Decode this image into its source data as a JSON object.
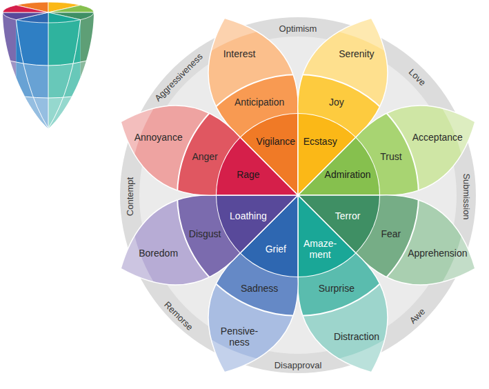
{
  "diagram": {
    "nodes": [
      {
        "text": [
          "Interest"
        ]
      },
      {
        "text": [
          "Anticipation"
        ]
      },
      {
        "text": [
          "Vigilance"
        ]
      },
      {
        "text": [
          "Serenity"
        ]
      },
      {
        "text": [
          "Joy"
        ]
      },
      {
        "text": [
          "Ecstasy"
        ]
      },
      {
        "text": [
          "Acceptance"
        ]
      },
      {
        "text": [
          "Trust"
        ]
      },
      {
        "text": [
          "Admiration"
        ]
      },
      {
        "text": [
          "Apprehension"
        ]
      },
      {
        "text": [
          "Fear"
        ]
      },
      {
        "text": [
          "Terror"
        ]
      },
      {
        "text": [
          "Distraction"
        ]
      },
      {
        "text": [
          "Surprise"
        ]
      },
      {
        "text": [
          "Amaze- ment"
        ]
      },
      {
        "text": [
          "Pensive- ness"
        ]
      },
      {
        "text": [
          "Sadness"
        ]
      },
      {
        "text": [
          "Grief"
        ]
      },
      {
        "text": [
          "Boredom"
        ]
      },
      {
        "text": [
          "Disgust"
        ]
      },
      {
        "text": [
          "Loathing"
        ]
      },
      {
        "text": [
          "Annoyance"
        ]
      },
      {
        "text": [
          "Anger"
        ]
      },
      {
        "text": [
          "Rage"
        ]
      }
    ],
    "labels": [
      "Optimism",
      "Love",
      "Submission",
      "Awe",
      "Disapproval",
      "Remorse",
      "Contempt",
      "Aggressiveness"
    ]
  }
}
